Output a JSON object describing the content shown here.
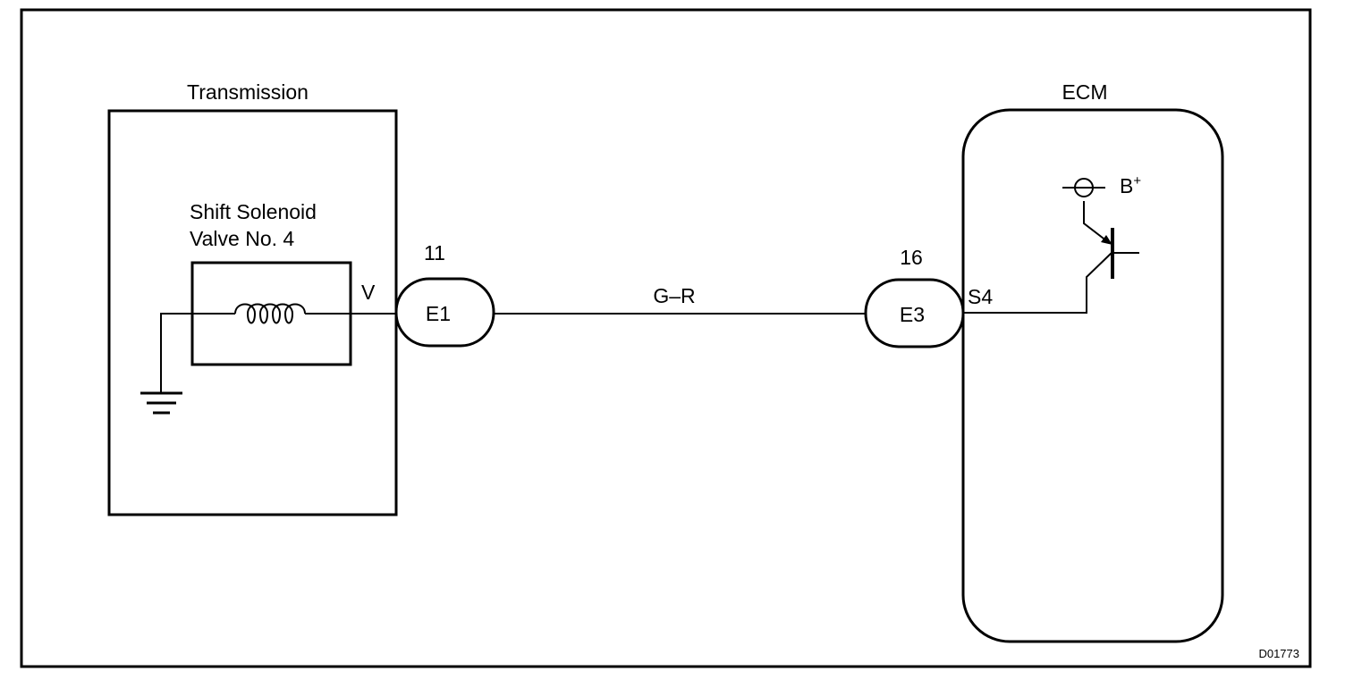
{
  "transmission": {
    "title": "Transmission",
    "solenoid_label_line1": "Shift Solenoid",
    "solenoid_label_line2": "Valve No. 4",
    "pin_label": "V"
  },
  "connectors": [
    {
      "pin": "11",
      "name": "E1"
    },
    {
      "pin": "16",
      "name": "E3"
    }
  ],
  "wire": {
    "color_code": "G–R"
  },
  "ecm": {
    "title": "ECM",
    "pin_label": "S4",
    "supply_label": "B",
    "supply_sup": "+"
  },
  "figure_code": "D01773",
  "icons": [
    "coil-icon",
    "ground-icon",
    "transistor-icon",
    "power-supply-icon"
  ]
}
